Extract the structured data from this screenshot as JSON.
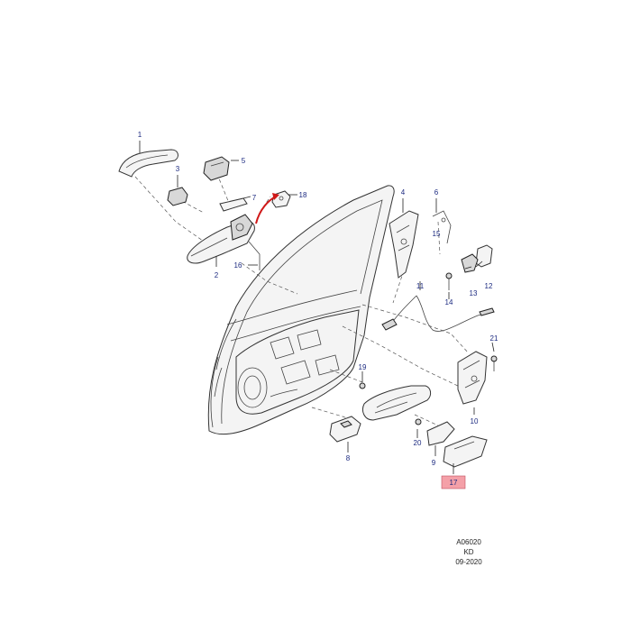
{
  "callouts": [
    {
      "id": "c1",
      "text": "1"
    },
    {
      "id": "c2",
      "text": "2"
    },
    {
      "id": "c3",
      "text": "3"
    },
    {
      "id": "c4",
      "text": "4"
    },
    {
      "id": "c5",
      "text": "5"
    },
    {
      "id": "c6",
      "text": "6"
    },
    {
      "id": "c7",
      "text": "7"
    },
    {
      "id": "c8",
      "text": "8"
    },
    {
      "id": "c9",
      "text": "9"
    },
    {
      "id": "c10",
      "text": "10"
    },
    {
      "id": "c11",
      "text": "11"
    },
    {
      "id": "c12",
      "text": "12"
    },
    {
      "id": "c13",
      "text": "13"
    },
    {
      "id": "c14",
      "text": "14"
    },
    {
      "id": "c15",
      "text": "15"
    },
    {
      "id": "c16",
      "text": "16"
    },
    {
      "id": "c17",
      "text": "17"
    },
    {
      "id": "c18",
      "text": "18"
    },
    {
      "id": "c19",
      "text": "19"
    },
    {
      "id": "c20",
      "text": "20"
    },
    {
      "id": "c21",
      "text": "21"
    }
  ],
  "highlight_color": "#f4a0a8",
  "accent_arrow_color": "#d01818",
  "stamp": {
    "code": "A06020",
    "author": "KD",
    "date": "09-2020"
  }
}
